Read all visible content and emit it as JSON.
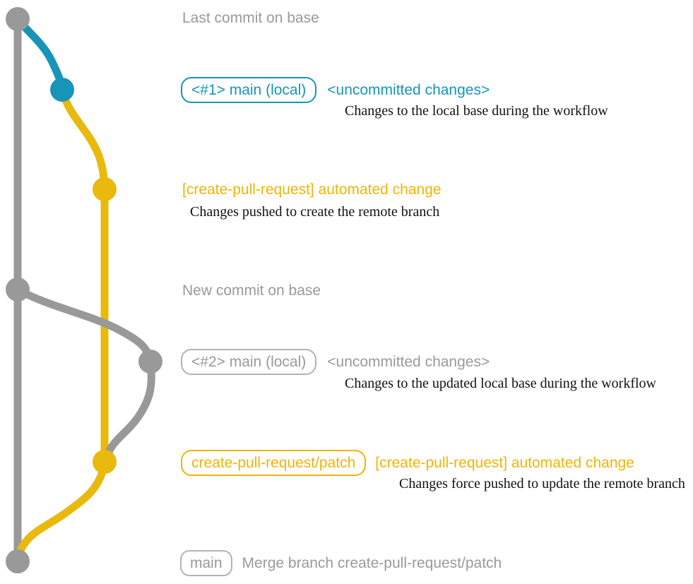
{
  "colors": {
    "gray_line": "#999999",
    "gray_text": "#9a9a9a",
    "gray_border": "#b3b3b3",
    "blue": "#1795b9",
    "yellow_line": "#e9b90e",
    "yellow_text": "#f0b406",
    "desc_text": "#111111",
    "bg": "#ffffff"
  },
  "graph": {
    "nodes": [
      {
        "name": "commit-last-base",
        "color": "gray"
      },
      {
        "name": "commit-1-main-local",
        "color": "blue"
      },
      {
        "name": "commit-automated-change-1",
        "color": "yellow"
      },
      {
        "name": "commit-new-base",
        "color": "gray"
      },
      {
        "name": "commit-2-main-local",
        "color": "gray"
      },
      {
        "name": "commit-automated-change-2",
        "color": "yellow"
      },
      {
        "name": "commit-merge",
        "color": "gray"
      }
    ]
  },
  "annotations": {
    "last_commit_label": "Last commit on base",
    "section1": {
      "badge": "<#1> main (local)",
      "status": "<uncommitted changes>",
      "description": "Changes to the local base during the workflow"
    },
    "section2": {
      "label": "[create-pull-request] automated change",
      "description": "Changes pushed to create the remote branch"
    },
    "new_commit_label": "New commit on base",
    "section3": {
      "badge": "<#2> main (local)",
      "status": "<uncommitted changes>",
      "description": "Changes to the updated local base during the workflow"
    },
    "section4": {
      "badge": "create-pull-request/patch",
      "label": "[create-pull-request] automated change",
      "description": "Changes force pushed to update the remote branch"
    },
    "section5": {
      "badge": "main",
      "message": "Merge branch create-pull-request/patch"
    }
  }
}
